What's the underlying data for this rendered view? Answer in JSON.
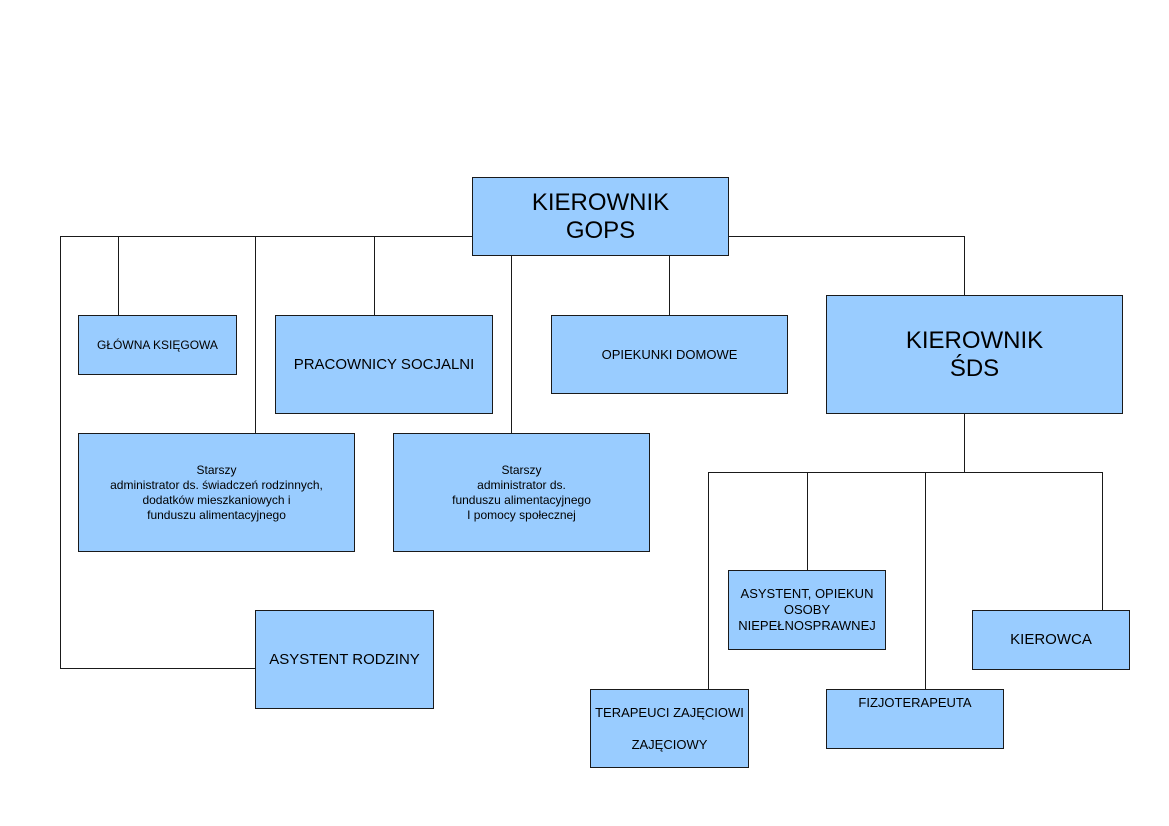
{
  "org_chart": {
    "kierownik_gops": "KIEROWNIK\nGOPS",
    "glowna_ksiegowa": "GŁÓWNA KSIĘGOWA",
    "pracownicy_socjalni": "PRACOWNICY SOCJALNI",
    "opiekunki_domowe": "OPIEKUNKI DOMOWE",
    "kierownik_sds": "KIEROWNIK\nŚDS",
    "starszy_administrator_1": "Starszy\nadministrator ds. świadczeń rodzinnych,\ndodatków mieszkaniowych i\nfunduszu alimentacyjnego",
    "starszy_administrator_2": "Starszy\nadministrator ds.\nfunduszu alimentacyjnego\nI pomocy społecznej",
    "asystent_rodziny": "ASYSTENT RODZINY",
    "asystent_opiekun": "ASYSTENT, OPIEKUN\nOSOBY\nNIEPEŁNOSPRAWNEJ",
    "kierowca": "KIEROWCA",
    "terapeuci": "TERAPEUCI ZAJĘCIOWI\n\nZAJĘCIOWY",
    "fizjoterapeuta": "FIZJOTERAPEUTA"
  },
  "colors": {
    "box_fill": "#99ccff",
    "border": "#1a1a1a",
    "connector": "#1a1a1a"
  }
}
